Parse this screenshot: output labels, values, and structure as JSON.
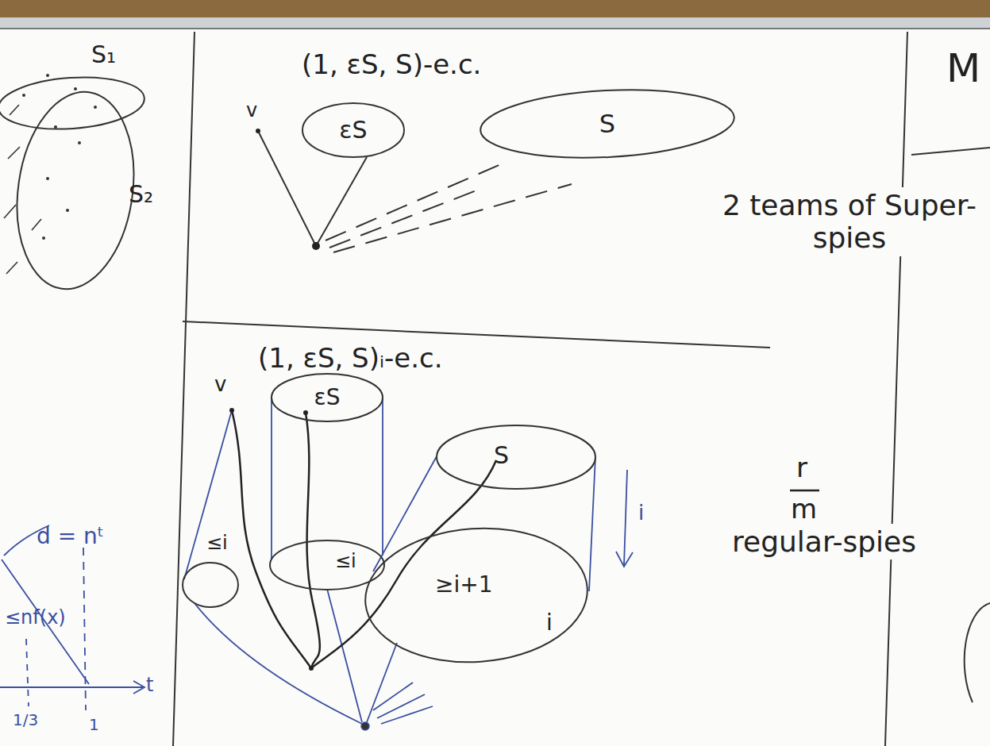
{
  "diagram": {
    "nodes": [
      {
        "text": [
          "S₁"
        ]
      },
      {
        "text": [
          "S₂"
        ]
      },
      {
        "text": [
          "εS"
        ]
      },
      {
        "text": [
          "S"
        ]
      },
      {
        "text": [
          "εS"
        ]
      },
      {
        "text": [
          "S"
        ]
      },
      {
        "text": [
          "≤i"
        ]
      },
      {
        "text": [
          "≤i"
        ]
      },
      {
        "text": [
          "≥i+1",
          "i"
        ]
      }
    ],
    "labels": [
      "(1, εS, S)-e.c.",
      "v",
      "(1, εS, S)ᵢ-e.c.",
      "v",
      "i",
      "2 teams of Super-spies",
      "r",
      "m",
      "regular-spies",
      "d = nᵗ",
      "≤nf(x)",
      "1/3",
      "1",
      "t",
      "M"
    ]
  }
}
